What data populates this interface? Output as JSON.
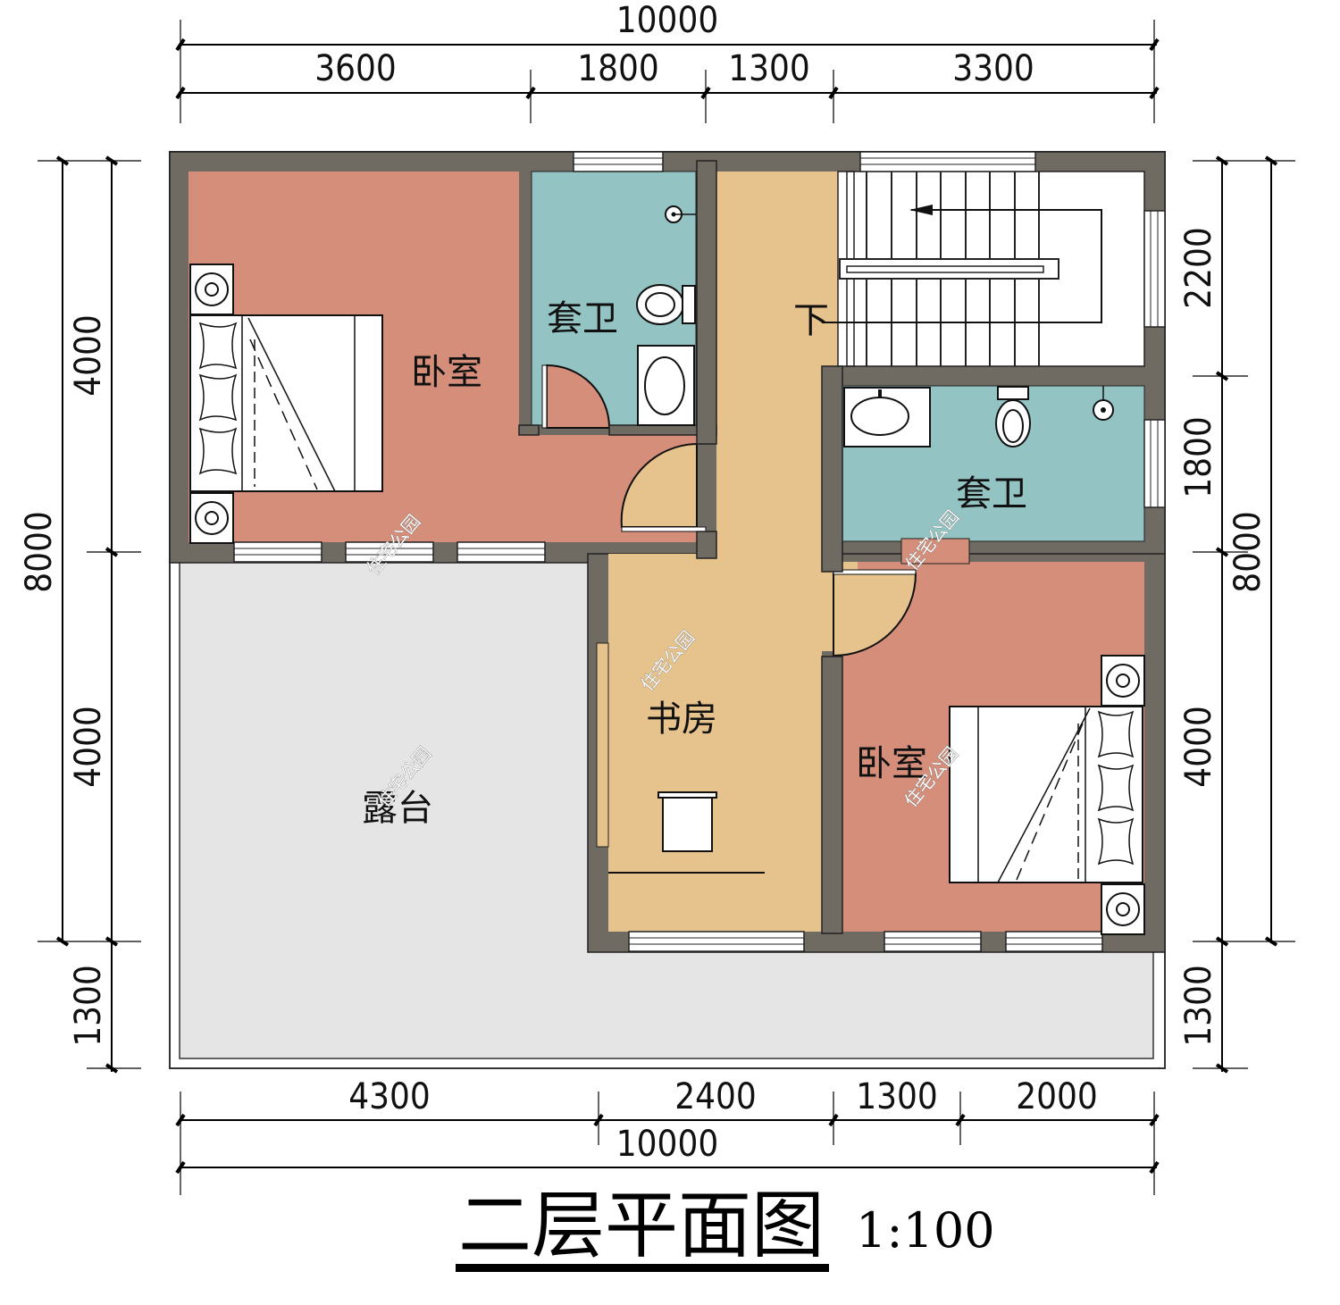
{
  "drawing": {
    "title": "二层平面图",
    "scale": "1:100"
  },
  "colors": {
    "bedroom": "#d48e7a",
    "bathroom": "#93c4c3",
    "study_hall": "#e6c28c",
    "terrace": "#e5e5e5",
    "wall": "#6f6b62",
    "stair": "#ffffff"
  },
  "rooms": {
    "bedroom_nw": "卧室",
    "bath_north": "套卫",
    "stair_down": "下",
    "bath_east": "套卫",
    "study": "书房",
    "terrace": "露台",
    "bedroom_se": "卧室"
  },
  "watermark": "住宅公园",
  "dimensions": {
    "top_total": "10000",
    "top_segments": [
      "3600",
      "1800",
      "1300",
      "3300"
    ],
    "bottom_segments": [
      "4300",
      "2400",
      "1300",
      "2000"
    ],
    "bottom_total": "10000",
    "left_total": "8000",
    "left_segments": [
      "4000",
      "4000",
      "1300"
    ],
    "right_segments": [
      "2200",
      "1800",
      "4000",
      "1300"
    ],
    "right_total": "8000"
  }
}
